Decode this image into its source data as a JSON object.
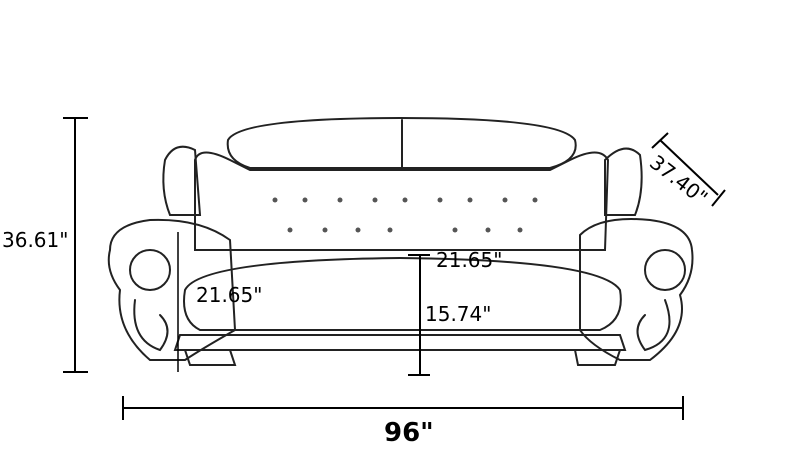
{
  "dimensions": {
    "height": "36.61\"",
    "depth": "37.40\"",
    "arm_height": "21.65\"",
    "seat_depth": "21.65\"",
    "seat_height": "15.74\"",
    "width": "96\""
  }
}
